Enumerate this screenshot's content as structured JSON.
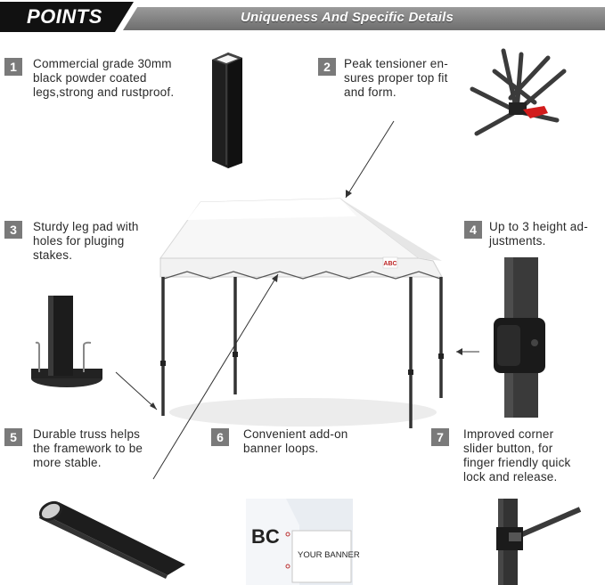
{
  "header": {
    "points_label": "POINTS",
    "title": "Uniqueness And Specific Details"
  },
  "features": [
    {
      "number": "1",
      "lines": [
        "Commercial grade 30mm",
        "black powder coated",
        "legs,strong and rustproof."
      ]
    },
    {
      "number": "2",
      "lines": [
        "Peak tensioner en-",
        "sures proper top fit",
        "and form."
      ]
    },
    {
      "number": "3",
      "lines": [
        "Sturdy leg pad with",
        "holes for pluging",
        "stakes."
      ]
    },
    {
      "number": "4",
      "lines": [
        "Up to 3 height ad-",
        "justments."
      ]
    },
    {
      "number": "5",
      "lines": [
        "Durable truss helps",
        "the framework to be",
        "more stable."
      ]
    },
    {
      "number": "6",
      "lines": [
        "Convenient add-on",
        "banner loops."
      ]
    },
    {
      "number": "7",
      "lines": [
        "Improved corner",
        "slider button, for",
        "finger friendly quick",
        "lock and release."
      ]
    }
  ],
  "tent": {
    "brand_label": "ABC"
  },
  "banner_detail": {
    "brand_fragment": "BC",
    "banner_text": "YOUR BANNER"
  },
  "colors": {
    "header_black": "#111111",
    "header_gray": "#7a7a7a",
    "frame": "#2b2b2b",
    "canopy": "#ffffff",
    "latch_red": "#d21c1c"
  }
}
